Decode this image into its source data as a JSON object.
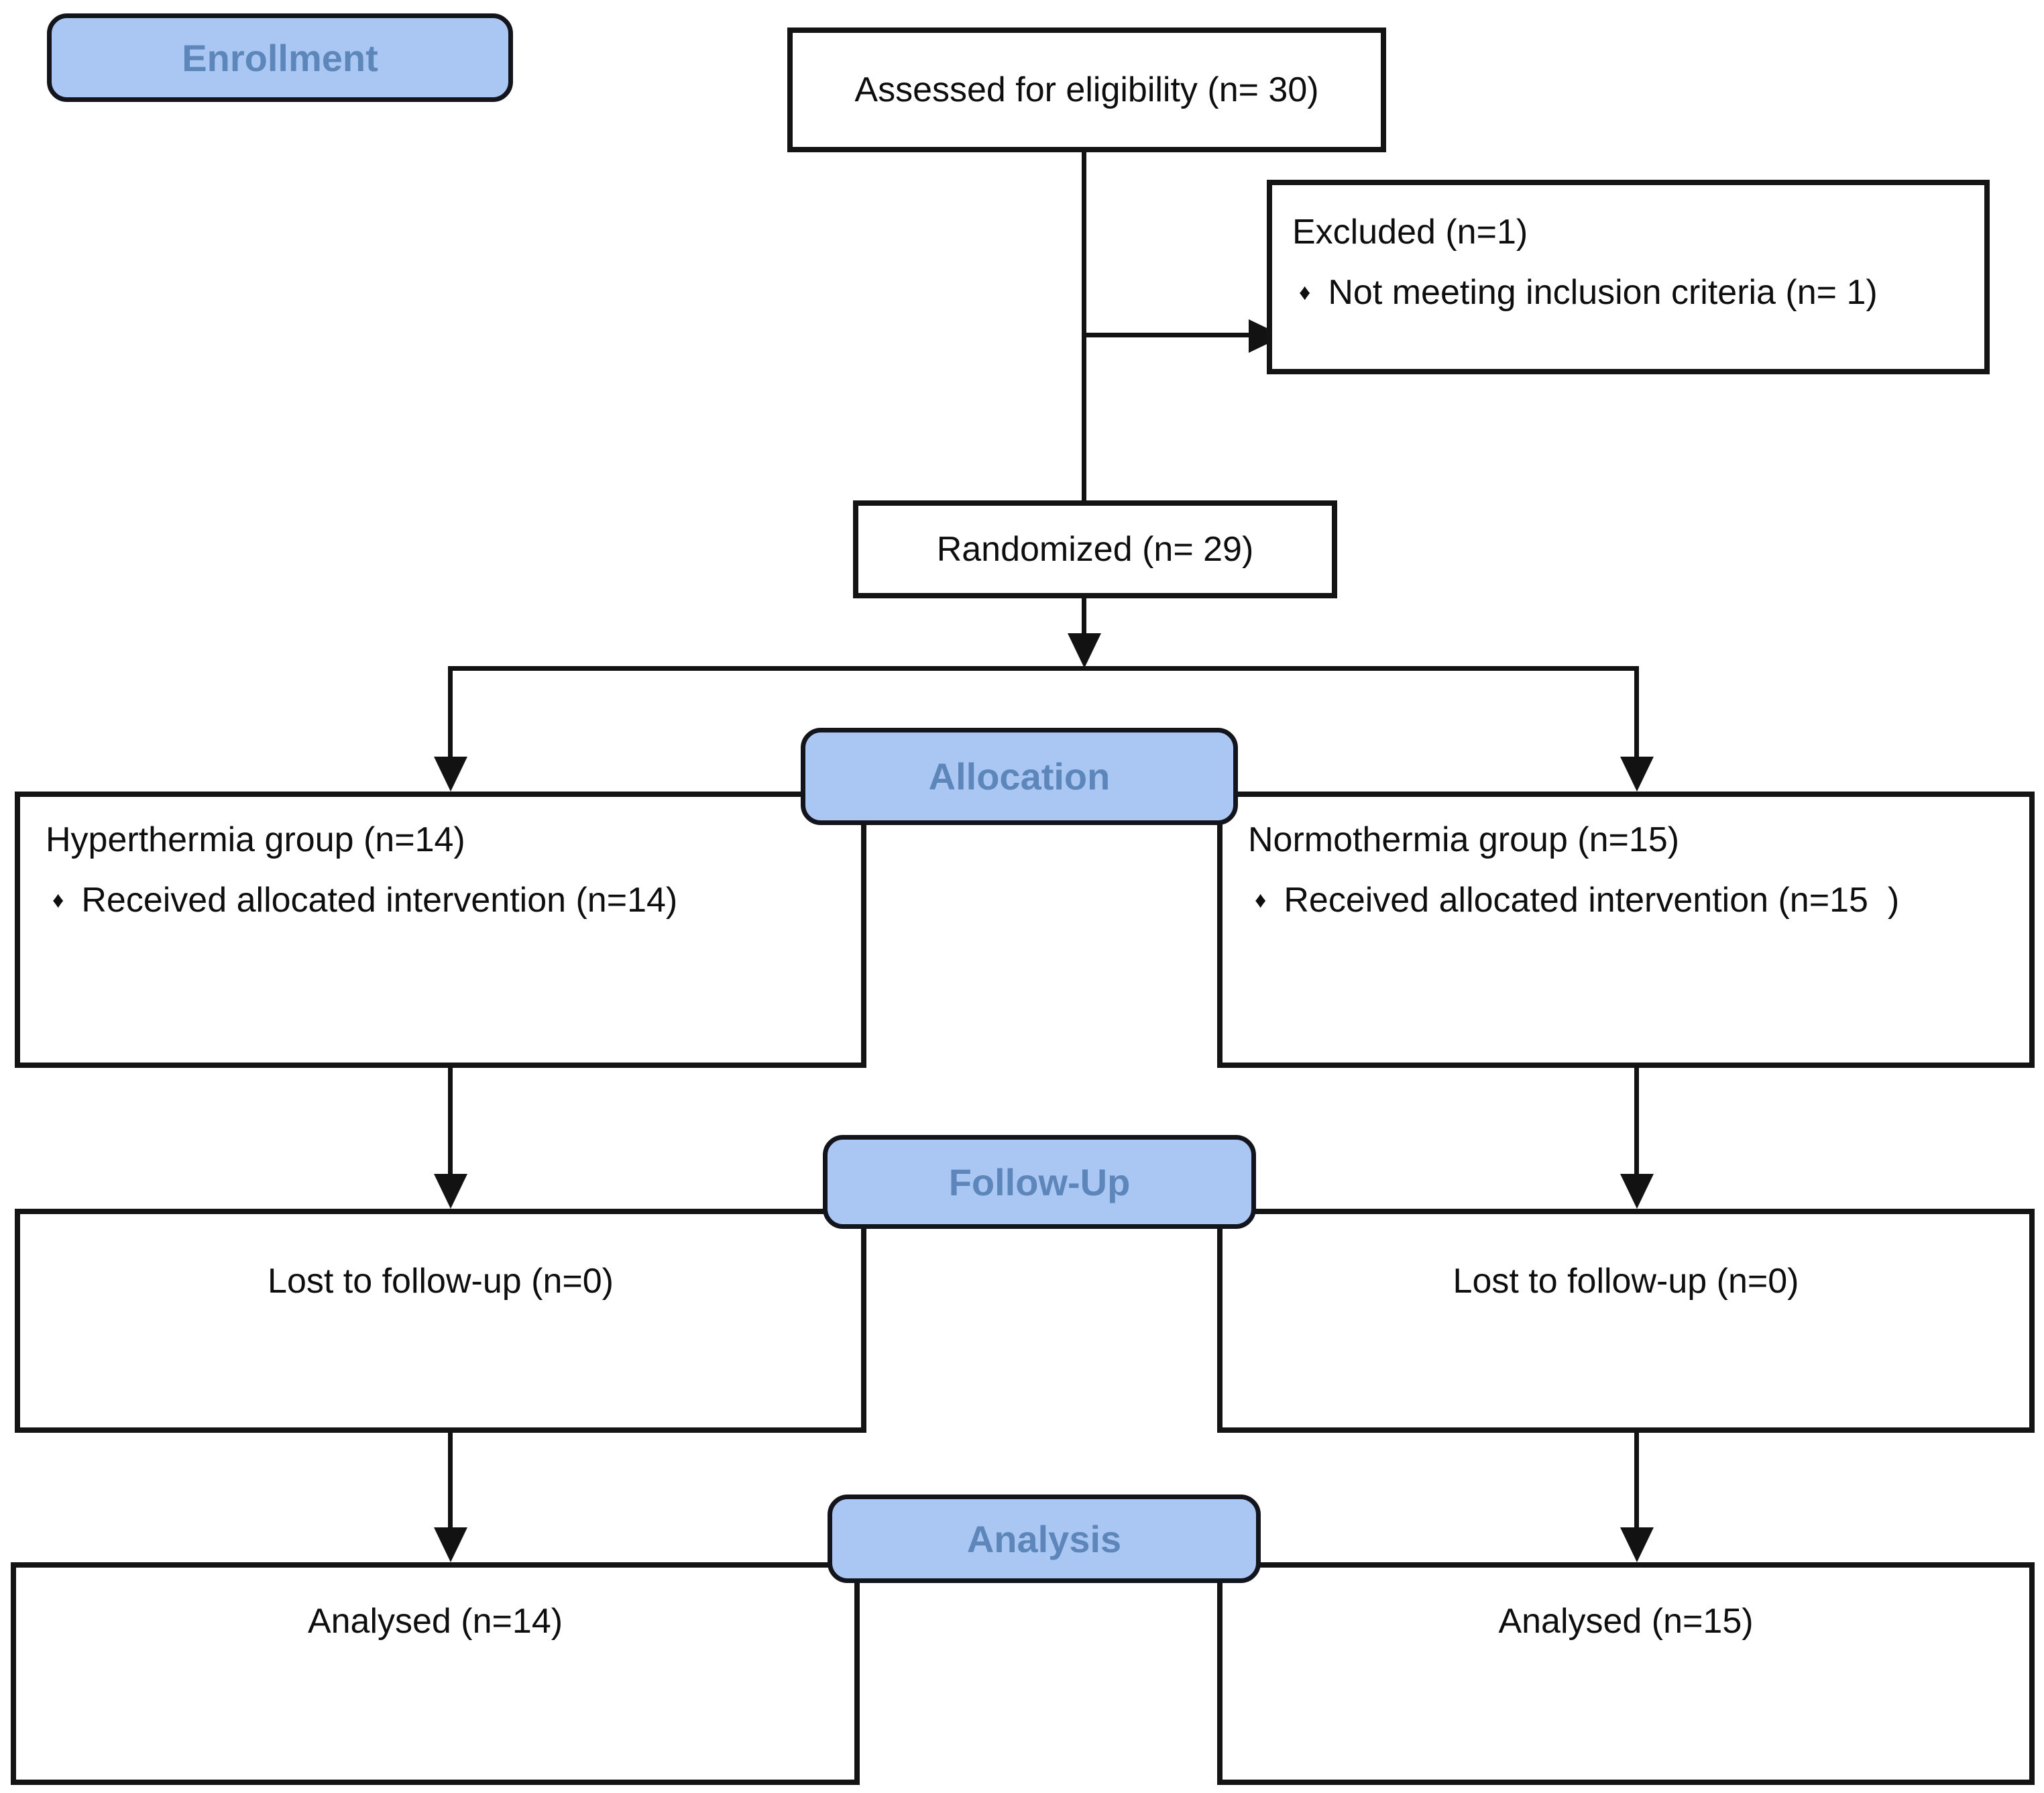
{
  "diagram": {
    "stage_labels": {
      "enrollment": "Enrollment",
      "allocation": "Allocation",
      "followup": "Follow-Up",
      "analysis": "Analysis"
    },
    "nodes": {
      "assessed": {
        "text": "Assessed for eligibility (n= 30)"
      },
      "excluded": {
        "title": "Excluded (n=1)",
        "bullet": "Not meeting inclusion criteria (n= 1)"
      },
      "randomized": {
        "text": "Randomized (n= 29)"
      },
      "group_left": {
        "title": "Hyperthermia group (n=14)",
        "bullet": "Received allocated intervention (n=14)"
      },
      "group_right": {
        "title": "Normothermia group (n=15)",
        "bullet": "Received allocated intervention (n=15  )"
      },
      "followup_left": {
        "text": "Lost to follow-up (n=0)"
      },
      "followup_right": {
        "text": "Lost to follow-up (n=0)"
      },
      "analysed_left": {
        "text": "Analysed (n=14)"
      },
      "analysed_right": {
        "text": "Analysed (n=15)"
      }
    },
    "bullet_glyph": "♦",
    "colors": {
      "stage_fill": "#aac7f3",
      "stage_text": "#5d86ba",
      "line": "#121212",
      "box_background": "#ffffff"
    }
  }
}
